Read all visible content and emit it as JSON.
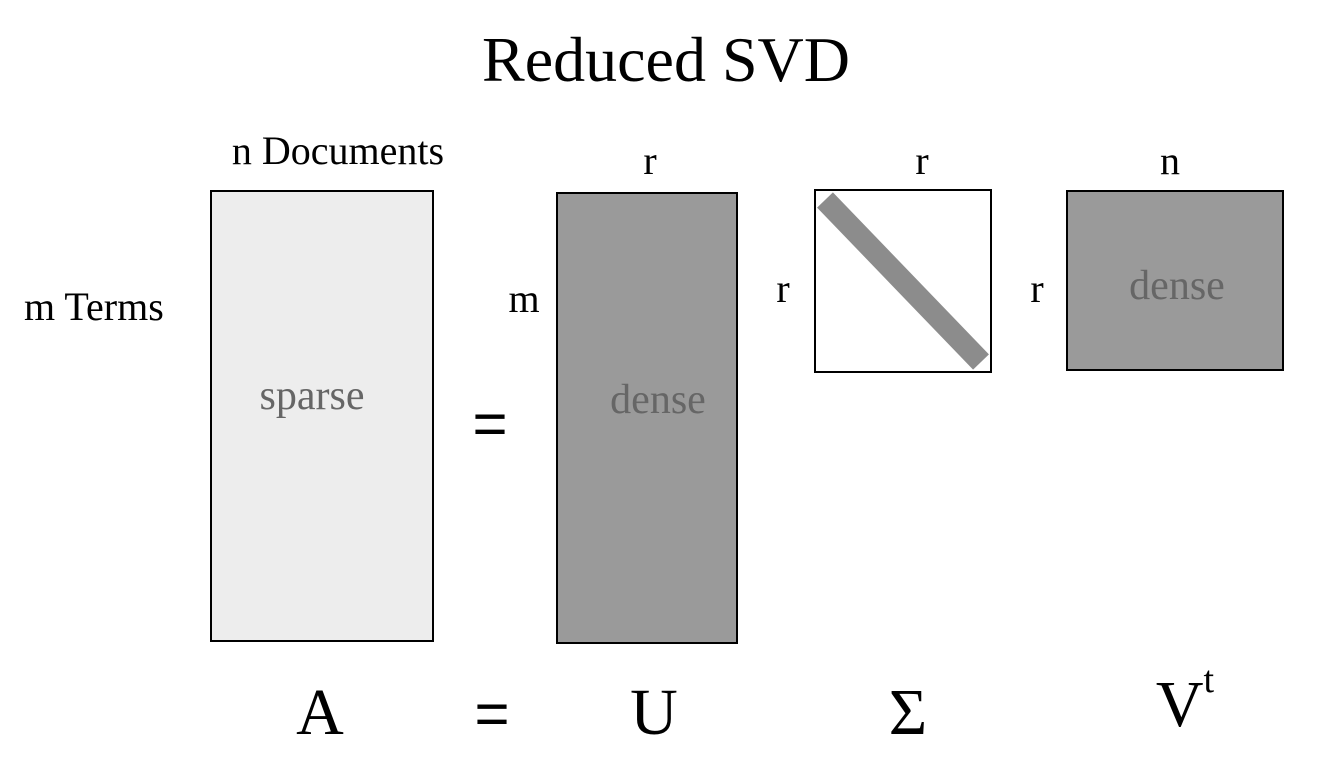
{
  "title": "Reduced SVD",
  "labels": {
    "a_cols": "n Documents",
    "a_rows": "m Terms",
    "u_cols": "r",
    "u_rows": "m",
    "sigma_cols": "r",
    "sigma_rows": "r",
    "vt_cols": "n",
    "vt_rows": "r"
  },
  "matrices": {
    "a": {
      "text": "sparse",
      "fill": "#ededed"
    },
    "u": {
      "text": "dense",
      "fill": "#9a9a9a"
    },
    "sigma": {
      "fill": "#ffffff",
      "diagonal": "#8c8c8c"
    },
    "vt": {
      "text": "dense",
      "fill": "#9a9a9a"
    }
  },
  "inner_text_color": "#666666",
  "middle_equals": "=",
  "equation": {
    "a": "A",
    "equals": "=",
    "u": "U",
    "sigma": "Σ",
    "v": "V",
    "v_sup": "t"
  }
}
